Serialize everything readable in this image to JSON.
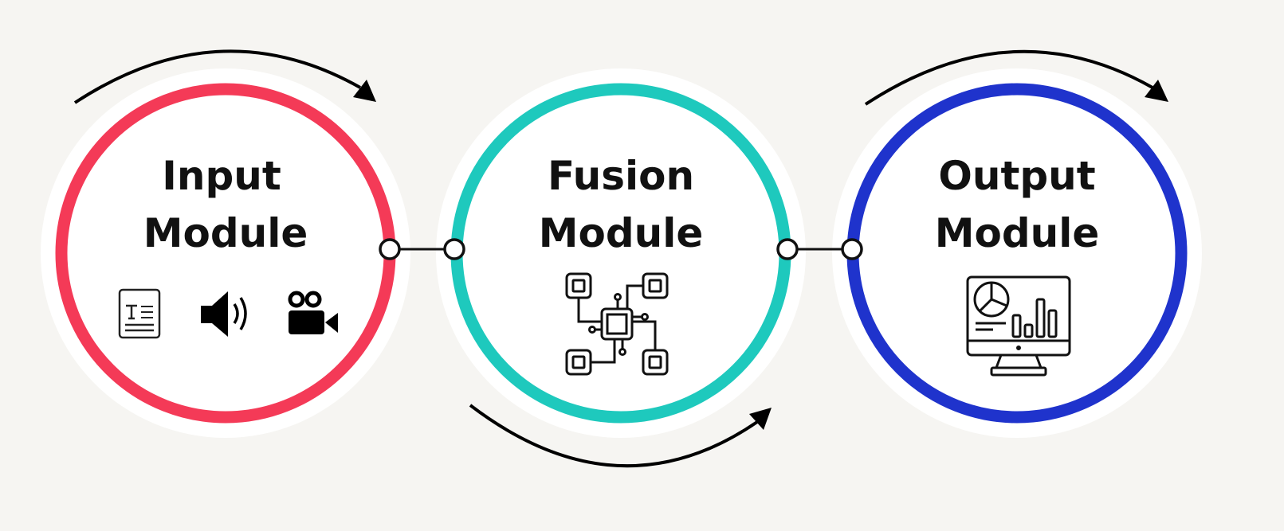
{
  "diagram": {
    "background": "#f6f5f2",
    "modules": [
      {
        "id": "input",
        "line1": "Input",
        "line2": "Module",
        "ring_color": "#f43a57",
        "icons": [
          "text-document-icon",
          "speaker-icon",
          "video-camera-icon"
        ]
      },
      {
        "id": "fusion",
        "line1": "Fusion",
        "line2": "Module",
        "ring_color": "#1ec9bd",
        "icons": [
          "circuit-network-icon"
        ]
      },
      {
        "id": "output",
        "line1": "Output",
        "line2": "Module",
        "ring_color": "#1f33cc",
        "icons": [
          "monitor-dashboard-icon"
        ]
      }
    ],
    "connectors": [
      {
        "from": "input",
        "to": "fusion"
      },
      {
        "from": "fusion",
        "to": "output"
      }
    ],
    "flow_arrows": [
      {
        "around": "input",
        "side": "top",
        "direction": "clockwise"
      },
      {
        "around": "fusion",
        "side": "bottom",
        "direction": "counter-clockwise"
      },
      {
        "around": "output",
        "side": "top",
        "direction": "clockwise"
      }
    ]
  }
}
